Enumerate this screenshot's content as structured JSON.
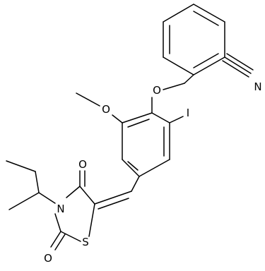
{
  "molecule": {
    "atoms": {
      "o_ether": "O",
      "o_methoxy": "O",
      "n_nitrile": "N",
      "iodine": "I",
      "o_carbonyl_top": "O",
      "n_ring": "N",
      "s_ring": "S",
      "o_carbonyl_bottom": "O"
    }
  }
}
